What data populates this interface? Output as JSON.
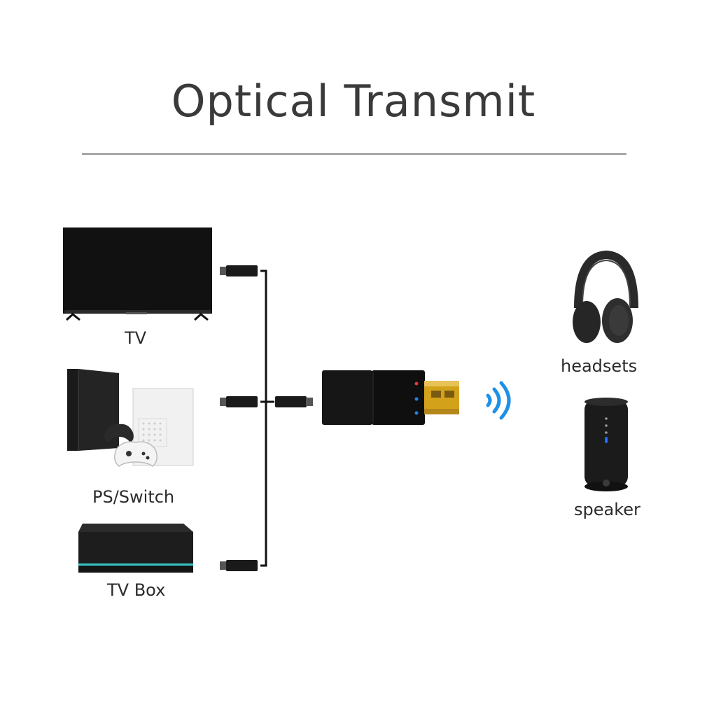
{
  "title": "Optical Transmit",
  "sources": {
    "tv": {
      "label": "TV",
      "icon": "tv-icon"
    },
    "console": {
      "label": "PS/Switch",
      "icon": "game-console-icon"
    },
    "tvbox": {
      "label": "TV Box",
      "icon": "tv-box-icon"
    }
  },
  "device": {
    "icon": "usb-bluetooth-transmitter-icon"
  },
  "signal": {
    "icon": "wireless-signal-icon",
    "color": "#1e90e6"
  },
  "outputs": {
    "headsets": {
      "label": "headsets",
      "icon": "headphones-icon"
    },
    "speaker": {
      "label": "speaker",
      "icon": "bluetooth-speaker-icon"
    }
  }
}
